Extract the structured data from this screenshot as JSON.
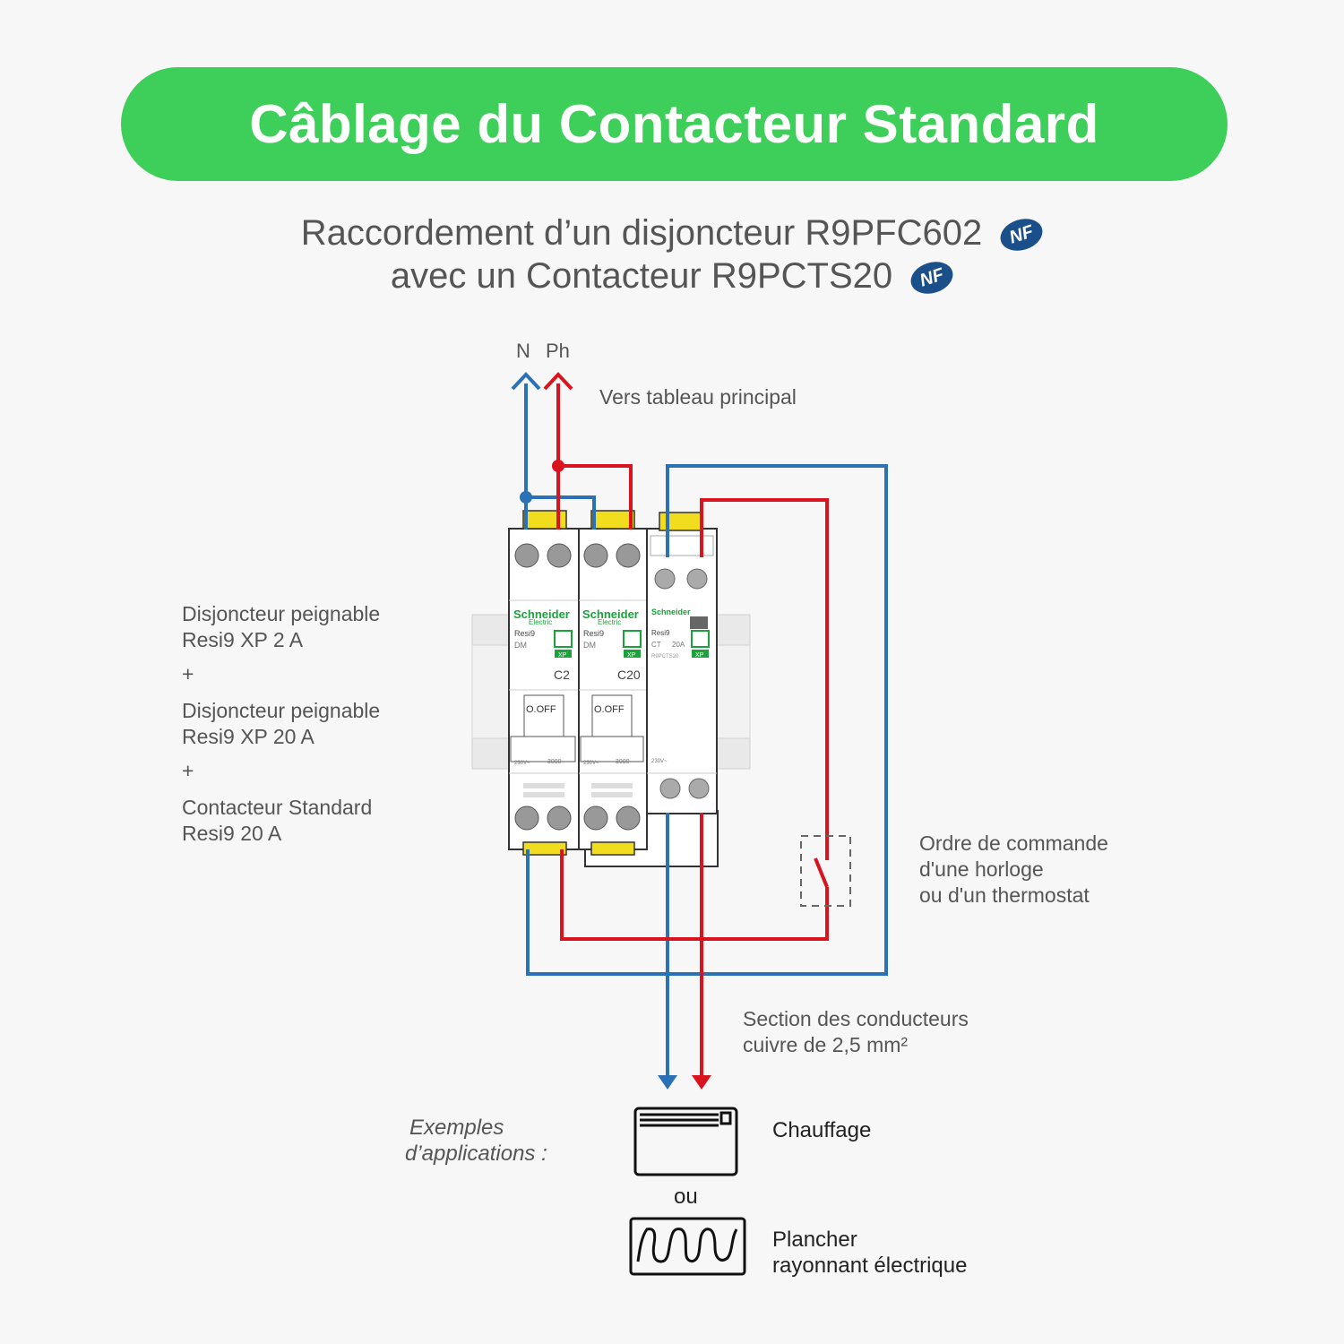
{
  "header": {
    "title": "Câblage du Contacteur Standard"
  },
  "subtitle": {
    "line1": "Raccordement d’un disjoncteur R9PFC602",
    "line2": "avec un Contacteur R9PCTS20",
    "badge": "NF"
  },
  "terminals": {
    "neutral": "N",
    "phase": "Ph",
    "destination": "Vers tableau principal"
  },
  "left_labels": {
    "item1_line1": "Disjoncteur peignable",
    "item1_line2": "Resi9 XP 2 A",
    "plus1": "+",
    "item2_line1": "Disjoncteur peignable",
    "item2_line2": "Resi9 XP 20 A",
    "plus2": "+",
    "item3_line1": "Contacteur Standard",
    "item3_line2": "Resi9 20 A"
  },
  "devices": {
    "brand_line1": "Schneider",
    "brand_line2": "Electric",
    "breaker1": {
      "range": "Resi9",
      "type": "DM",
      "rating": "C2",
      "badge": "XP",
      "handle": "O.OFF",
      "voltage": "230V~",
      "capacity": "3000"
    },
    "breaker2": {
      "range": "Resi9",
      "type": "DM",
      "rating": "C20",
      "badge": "XP",
      "handle": "O.OFF",
      "voltage": "230V~",
      "capacity": "3000"
    },
    "contactor": {
      "range": "Resi9",
      "type": "CT",
      "rating": "20A",
      "ref": "R9PCTS20",
      "badge": "XP",
      "voltage": "230V~"
    }
  },
  "command_label": {
    "line1": "Ordre de commande",
    "line2": "d'une horloge",
    "line3": "ou d'un thermostat"
  },
  "section_label": {
    "line1": "Section des conducteurs",
    "line2": "cuivre de 2,5 mm²"
  },
  "applications": {
    "intro_line1": "Exemples",
    "intro_line2": "d’applications :",
    "app1": "Chauffage",
    "separator": "ou",
    "app2_line1": "Plancher",
    "app2_line2": "rayonnant électrique"
  },
  "colors": {
    "accent": "#3ecf5a",
    "neutral_wire": "#2a72b5",
    "phase_wire": "#d9141e",
    "nf_badge": "#1b4f8a",
    "text": "#555555"
  },
  "icons": [
    "nf-badge-icon",
    "heater-icon",
    "floor-heating-icon",
    "switch-icon",
    "home-icon"
  ]
}
